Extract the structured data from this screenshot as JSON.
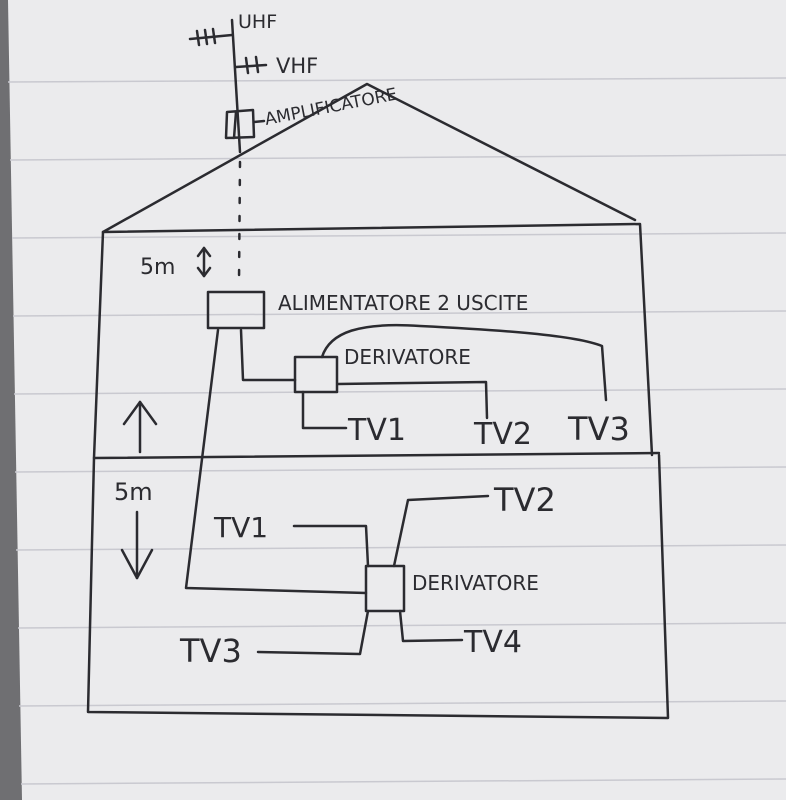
{
  "labels": {
    "vhf_top": "UHF",
    "vhf_mid": "VHF",
    "amplifier": "AMPLIFICATORE",
    "height_top": "5m",
    "power_supply": "ALIMENTATORE 2 USCITE",
    "splitter_upper": "DERIVATORE",
    "tv1_upper": "TV1",
    "tv2_upper": "TV2",
    "tv3_upper": "TV3",
    "height_bottom": "5m",
    "tv1_lower": "TV1",
    "tv2_lower": "TV2",
    "splitter_lower": "DERIVATORE",
    "tv3_lower": "TV3",
    "tv4_lower": "TV4"
  },
  "colors": {
    "paper": "#ebebed",
    "ink": "#2b2b30",
    "rule_line": "#c9c9d0",
    "background": "#6f6f72"
  }
}
